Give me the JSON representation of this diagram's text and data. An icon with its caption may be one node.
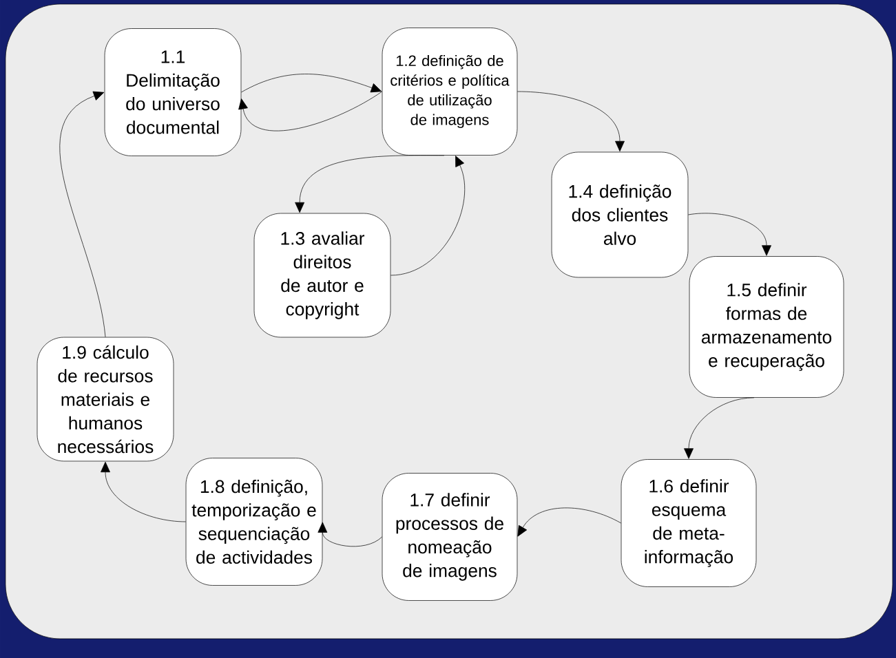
{
  "diagram": {
    "nodes": [
      {
        "text": [
          "1.1 Delimitação do universo documental"
        ]
      },
      {
        "text": [
          "1.2 definição de critérios e política de utilização de imagens"
        ]
      },
      {
        "text": [
          "1.3 avaliar direitos de autor e copyright"
        ]
      },
      {
        "text": [
          "1.4 definição dos clientes alvo"
        ]
      },
      {
        "text": [
          "1.5 definir formas de armazenamento e recuperação"
        ]
      },
      {
        "text": [
          "1.6 definir esquema de meta-informação"
        ]
      },
      {
        "text": [
          "1.7 definir processos de nomeação de imagens"
        ]
      },
      {
        "text": [
          "1.8 definição, temporização e sequenciação de actividades"
        ]
      },
      {
        "text": [
          "1.9 cálculo de recursos materiais e humanos necessários"
        ]
      }
    ],
    "edges": [
      {
        "from": 0,
        "to": 1,
        "arrow": "to"
      },
      {
        "from": 1,
        "to": 0,
        "arrow": "to"
      },
      {
        "from": 1,
        "to": 3,
        "arrow": "to"
      },
      {
        "from": 1,
        "to": 2,
        "arrow": "to"
      },
      {
        "from": 2,
        "to": 1,
        "arrow": "to"
      },
      {
        "from": 3,
        "to": 4,
        "arrow": "to"
      },
      {
        "from": 4,
        "to": 5,
        "arrow": "to"
      },
      {
        "from": 5,
        "to": 6,
        "arrow": "to"
      },
      {
        "from": 6,
        "to": 7,
        "arrow": "to"
      },
      {
        "from": 7,
        "to": 8,
        "arrow": "to"
      },
      {
        "from": 8,
        "to": 0,
        "arrow": "to"
      }
    ]
  }
}
